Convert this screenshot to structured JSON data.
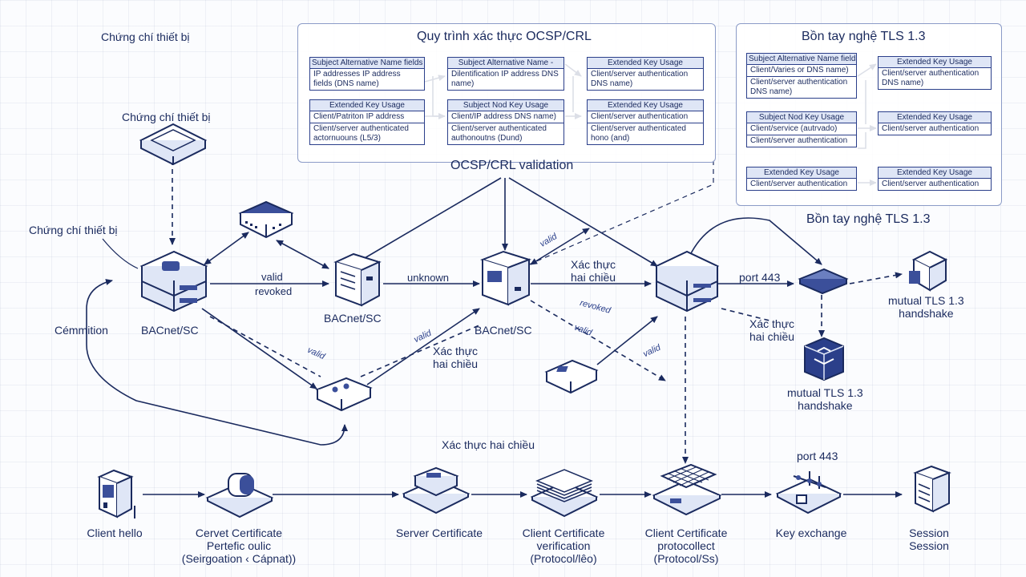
{
  "colors": {
    "ink": "#1a2a5e",
    "accent": "#2b3f8a",
    "fill": "#dfe6f6",
    "dark": "#3b4f9a"
  },
  "panels": {
    "ocsp_title": "Quy trình xác thực OCSP/CRL",
    "tls_title": "Bồn tay nghệ TLS 1.3"
  },
  "ocsp_boxes": [
    {
      "header": "Subject Alternative Name fields",
      "body": "IP addresses IP address fields (DNS name)"
    },
    {
      "header": "Subject Alternative Name -",
      "body": "Dilentification IP address DNS name)"
    },
    {
      "header": "Extended Key Usage",
      "body": "Client/server authentication DNS name)"
    },
    {
      "header": "Extended Key Usage",
      "rows": [
        "Client/Patriton IP address",
        "Client/server authenticated actornuouns (L5/3)"
      ]
    },
    {
      "header": "Subject Nod Key Usage",
      "rows": [
        "Client/IP address DNS name)",
        "Client/server authenticated authonoutns (Dund)"
      ]
    },
    {
      "header": "Extended Key Usage",
      "rows": [
        "Client/server authentication",
        "Client/server authenticated hono (and)"
      ]
    }
  ],
  "tls_boxes": [
    {
      "header": "Subject Alternative Name fields",
      "rows": [
        "Client/Varies or DNS name)",
        "Client/server authentication DNS name)"
      ]
    },
    {
      "header": "Extended Key Usage",
      "body": "Client/server authentication DNS name)"
    },
    {
      "header": "Subject Nod Key Usage",
      "rows": [
        "Client/service (autrvado)",
        "Client/server authentication"
      ]
    },
    {
      "header": "Extended Key Usage",
      "body": "Client/server authentication"
    },
    {
      "header": "Extended Key Usage",
      "body": "Client/server authentication"
    },
    {
      "header": "Extended Key Usage",
      "body": "Client/server authentication"
    }
  ],
  "labels": {
    "device_cert_1": "Chứng chí thiết bị",
    "device_cert_2": "Chứng chí thiết bị",
    "device_cert_3": "Chứng chí thiết bị",
    "cemmition": "Cémmition",
    "bacnet_1": "BACnet/SC",
    "bacnet_2": "BACnet/SC",
    "bacnet_3": "BACnet/SC",
    "valid_1": "valid",
    "revoked_1": "revoked",
    "unknown": "unknown",
    "ocsp_validation": "OCSP/CRL validation",
    "valid_top": "valid",
    "mutual_auth_1": "Xác thực\nhai chiều",
    "mutual_auth_2": "Xác thực\nhai chiều",
    "mutual_auth_3": "Xác thực\nhai chiều",
    "mutual_auth_bottom": "Xác thực hai chiều",
    "revoked_2": "revoked",
    "valid_2": "valid",
    "valid_3": "valid",
    "valid_4": "valid",
    "valid_5": "valid",
    "port_443_1": "port 443",
    "port_443_2": "port 443",
    "tls_subtitle": "Bồn tay nghệ TLS 1.3",
    "mutual_tls_1": "mutual TLS 1.3\nhandshake",
    "mutual_tls_2": "mutual TLS 1.3\nhandshake"
  },
  "flow_steps": [
    {
      "name": "client-hello",
      "label": "Client hello"
    },
    {
      "name": "cervet-certificate",
      "label": "Cervet Certificate\nPertefic oulic\n(Seirgoation ‹ Cápnat))"
    },
    {
      "name": "server-certificate",
      "label": "Server Certificate"
    },
    {
      "name": "client-certificate-verification",
      "label": "Client Certificate\nverification\n(Protocol/lêo)"
    },
    {
      "name": "client-certificate-protocol",
      "label": "Client Certificate\nprotocollect\n(Protocol/Ss)"
    },
    {
      "name": "key-exchange",
      "label": "Key exchange"
    },
    {
      "name": "session",
      "label": "Session\nSession"
    }
  ]
}
